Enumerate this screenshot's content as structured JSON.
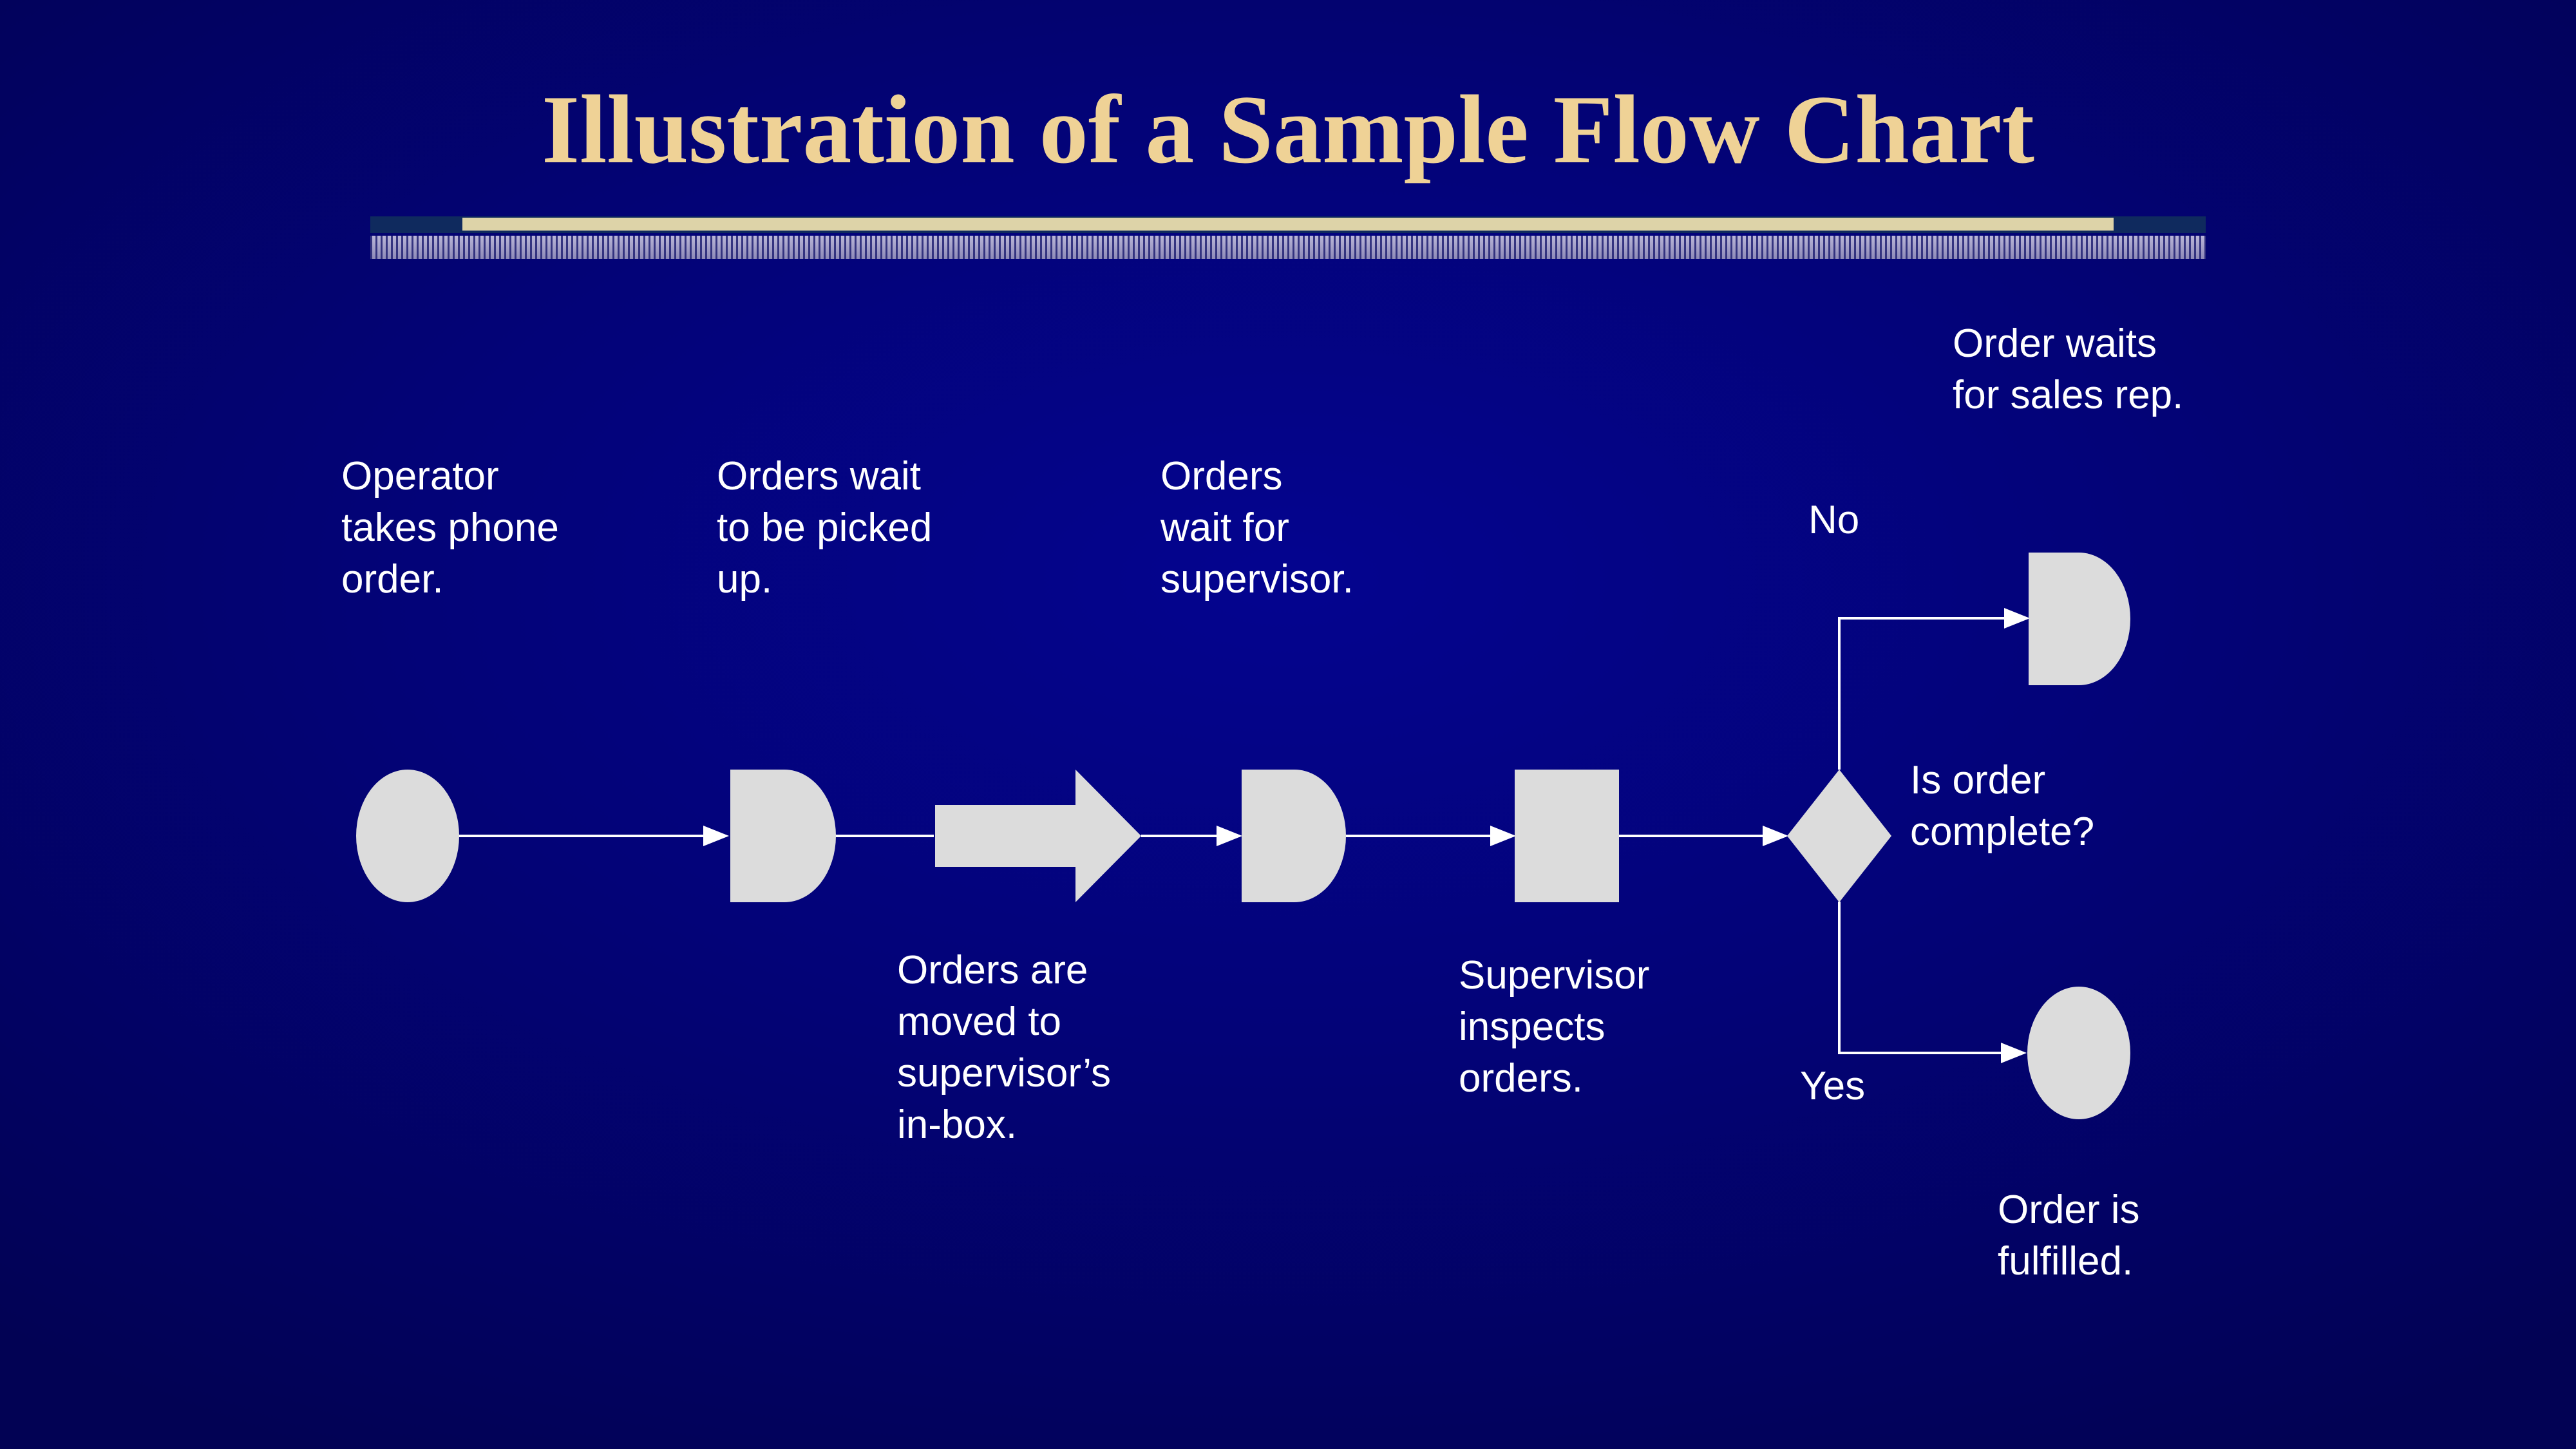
{
  "title": "Illustration of a Sample Flow Chart",
  "colors": {
    "shape_fill": "#dcdcdc",
    "connector": "#ffffff",
    "title": "#efd296",
    "text": "#ffffff"
  },
  "steps": {
    "operator": "Operator\ntakes phone\norder.",
    "wait_pickup": "Orders wait\nto be picked\nup.",
    "moved": "Orders are\nmoved to\nsupervisor’s\nin-box.",
    "wait_supervisor": "Orders\nwait for\nsupervisor.",
    "inspects": "Supervisor\ninspects\norders.",
    "decision": "Is order\ncomplete?",
    "wait_sales": "Order waits\nfor sales rep.",
    "fulfilled": "Order is\nfulfilled."
  },
  "branches": {
    "no": "No",
    "yes": "Yes"
  }
}
